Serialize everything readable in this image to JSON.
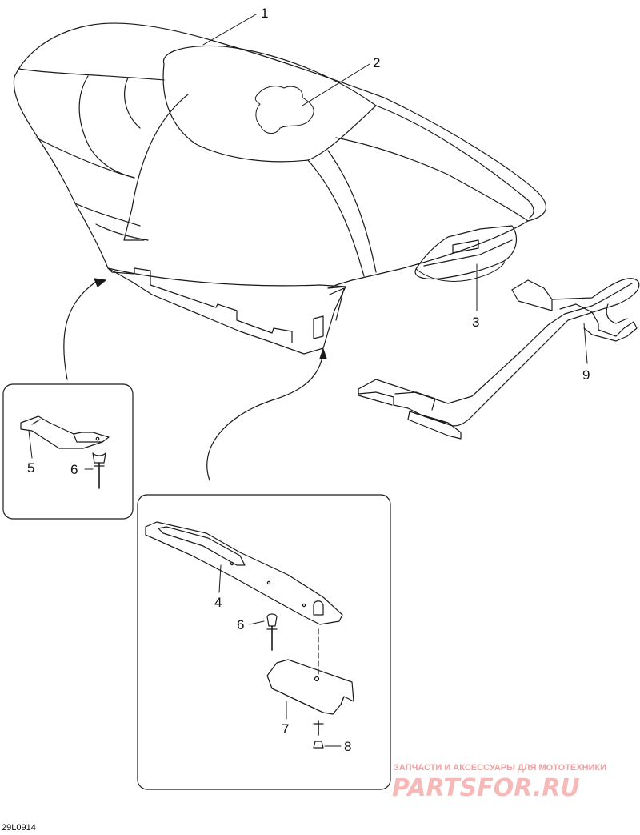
{
  "diagram": {
    "part_id": "29L0914",
    "callouts": [
      "1",
      "2",
      "3",
      "4",
      "5",
      "6",
      "6",
      "7",
      "8",
      "9"
    ]
  },
  "watermark": {
    "caption": "ЗАПЧАСТИ И АКСЕССУАРЫ ДЛЯ МОТОТЕХНИКИ",
    "logo": "PARTSFOR.RU"
  }
}
